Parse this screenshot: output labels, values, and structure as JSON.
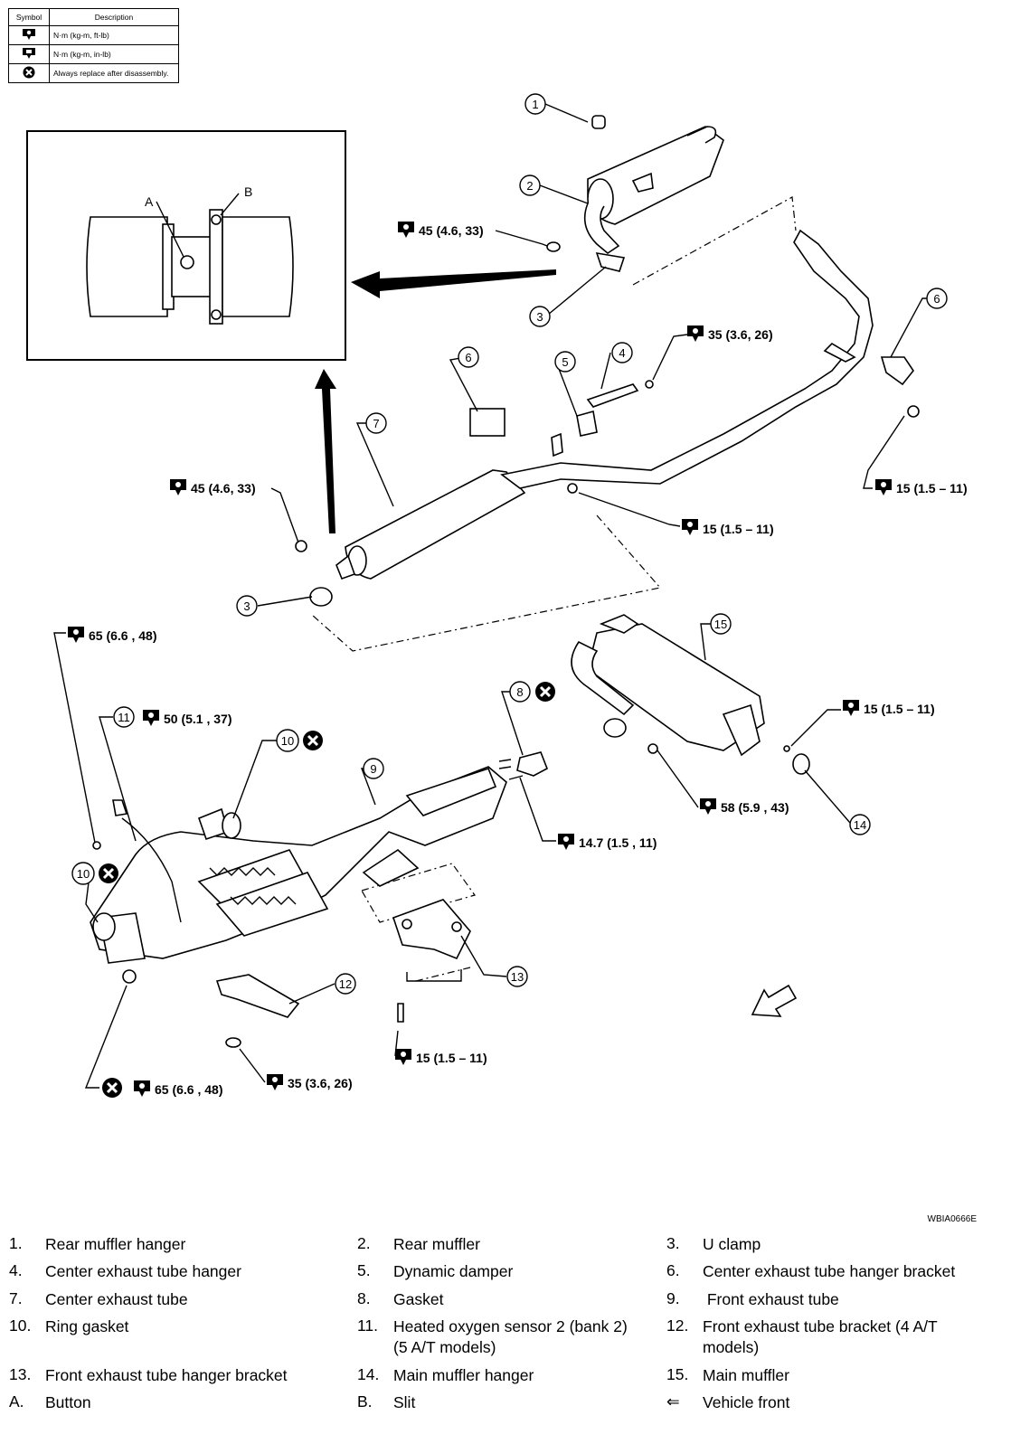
{
  "symbol_table": {
    "header_symbol": "Symbol",
    "header_description": "Description",
    "rows": [
      {
        "icon": "torque-wrench-icon",
        "description": "N·m (kg-m, ft-lb)"
      },
      {
        "icon": "torque-wrench-small-icon",
        "description": "N·m (kg-m, in-lb)"
      },
      {
        "icon": "replace-x-icon",
        "description": "Always replace after disassembly."
      }
    ]
  },
  "callouts": {
    "inset_A": "A",
    "inset_B": "B",
    "n1": "1",
    "n2": "2",
    "n3a": "3",
    "n3b": "3",
    "n4": "4",
    "n5": "5",
    "n6a": "6",
    "n6b": "6",
    "n7": "7",
    "n8": "8",
    "n9": "9",
    "n10a": "10",
    "n10b": "10",
    "n11": "11",
    "n12": "12",
    "n13": "13",
    "n14": "14",
    "n15": "15"
  },
  "torques": {
    "t_rear_45": "45 (4.6, 33)",
    "t_damper_35": "35 (3.6, 26)",
    "t_right_15": "15 (1.5 – 11)",
    "t_center_45": "45 (4.6, 33)",
    "t_center_15": "15 (1.5 – 11)",
    "t_65_top": "65 (6.6 , 48)",
    "t_sensor_50": "50 (5.1 , 37)",
    "t_hanger_15": "15 (1.5 – 11)",
    "t_58": "58 (5.9 , 43)",
    "t_147": "14.7 (1.5 , 11)",
    "t_bottom_15": "15 (1.5 – 11)",
    "t_bracket_35": "35 (3.6, 26)",
    "t_65_bottom": "65 (6.6 , 48)"
  },
  "figure_code": "WBIA0666E",
  "parts": [
    {
      "num": "1.",
      "name": "Rear muffler hanger"
    },
    {
      "num": "2.",
      "name": "Rear muffler"
    },
    {
      "num": "3.",
      "name": "U clamp"
    },
    {
      "num": "4.",
      "name": "Center exhaust tube hanger"
    },
    {
      "num": "5.",
      "name": "Dynamic damper"
    },
    {
      "num": "6.",
      "name": "Center exhaust tube hanger bracket"
    },
    {
      "num": "7.",
      "name": "Center exhaust tube"
    },
    {
      "num": "8.",
      "name": "Gasket"
    },
    {
      "num": "9.",
      "name": " Front exhaust tube"
    },
    {
      "num": "10.",
      "name": "Ring gasket"
    },
    {
      "num": "11.",
      "name": "Heated oxygen sensor 2 (bank 2)",
      "name2": "(5 A/T models)"
    },
    {
      "num": "12.",
      "name": "Front exhaust tube bracket (4 A/T",
      "name2": "models)"
    },
    {
      "num": "13.",
      "name": "Front exhaust tube hanger bracket"
    },
    {
      "num": "14.",
      "name": "Main muffler hanger"
    },
    {
      "num": "15.",
      "name": "Main muffler"
    },
    {
      "num": "A.",
      "name": "Button"
    },
    {
      "num": "B.",
      "name": "Slit"
    },
    {
      "num": "⇐",
      "name": "Vehicle front"
    }
  ]
}
